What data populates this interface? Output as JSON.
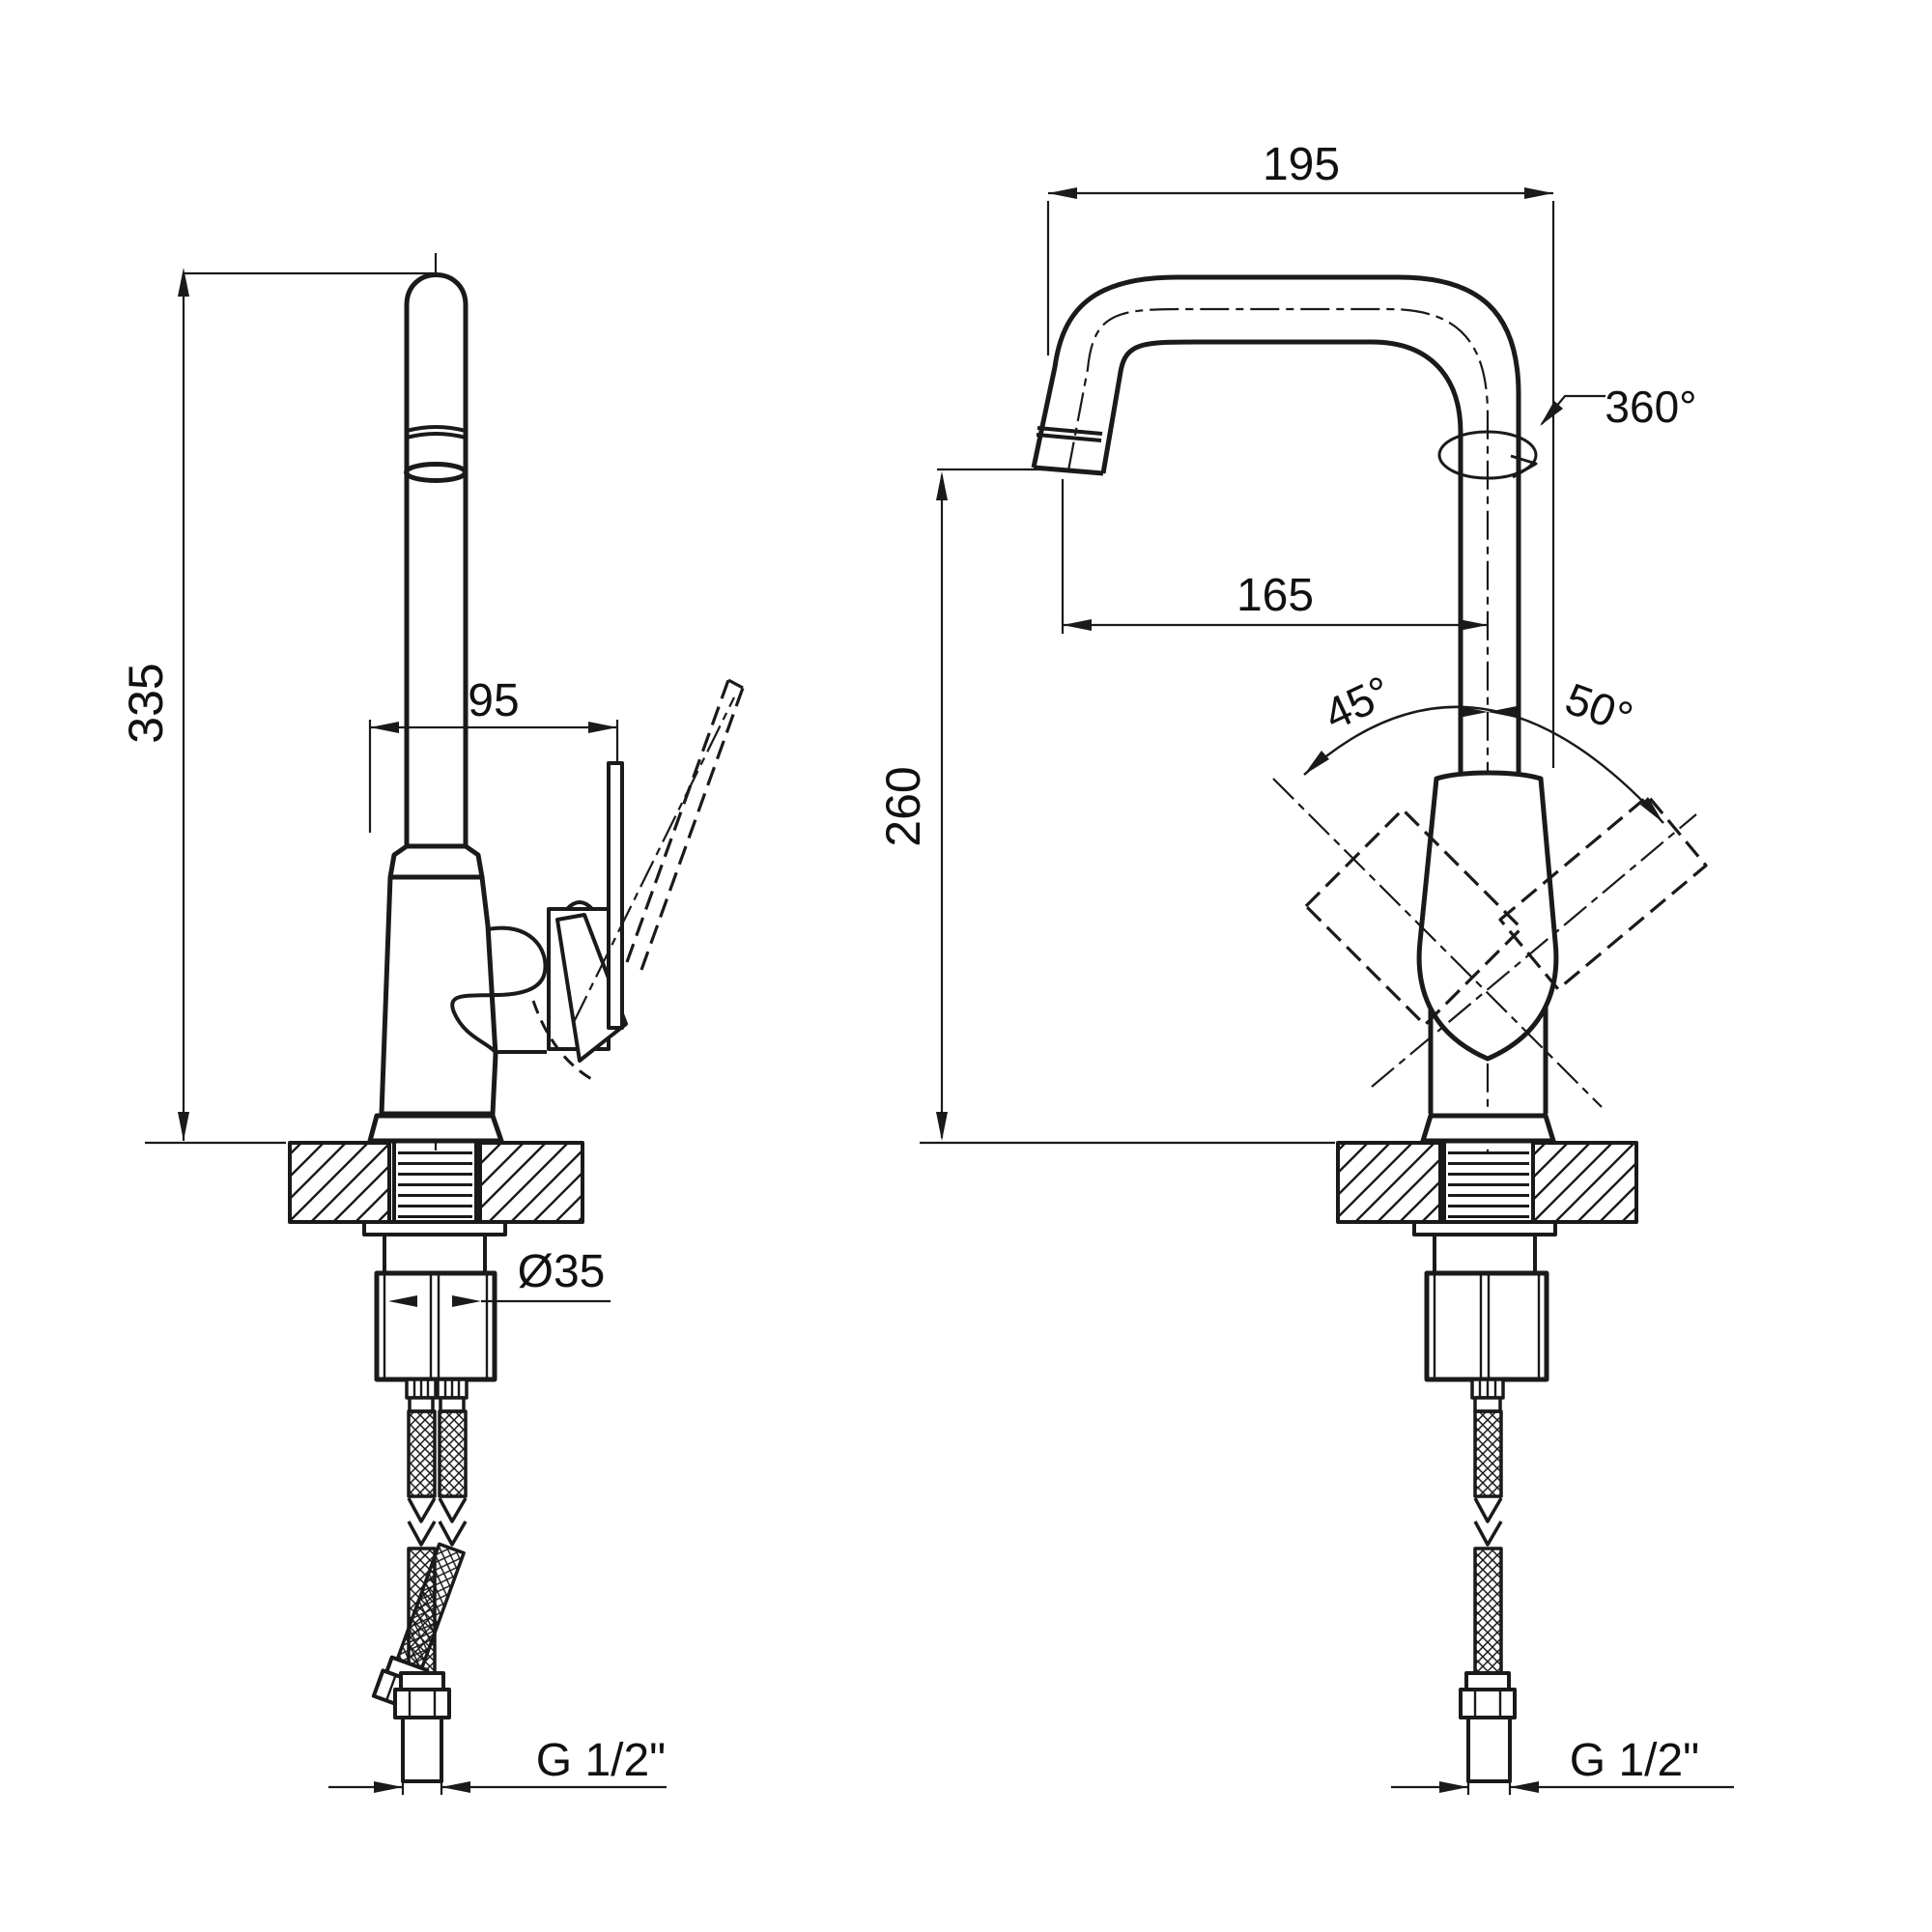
{
  "drawing": {
    "type": "technical-drawing",
    "subject": "kitchen-faucet-two-view-dimension-drawing",
    "background_color": "#ffffff",
    "line_color": "#1a1a1a",
    "side_view": {
      "dims": {
        "overall_height": "335",
        "body_reach": "95",
        "mount_diameter": "Ø35",
        "hose_thread": "G 1/2\""
      }
    },
    "front_view": {
      "dims": {
        "spout_width": "195",
        "spout_reach": "165",
        "spout_height": "260",
        "swivel_angle": "360°",
        "handle_angle_left": "45°",
        "handle_angle_right": "50°",
        "hose_thread": "G 1/2\""
      }
    }
  }
}
